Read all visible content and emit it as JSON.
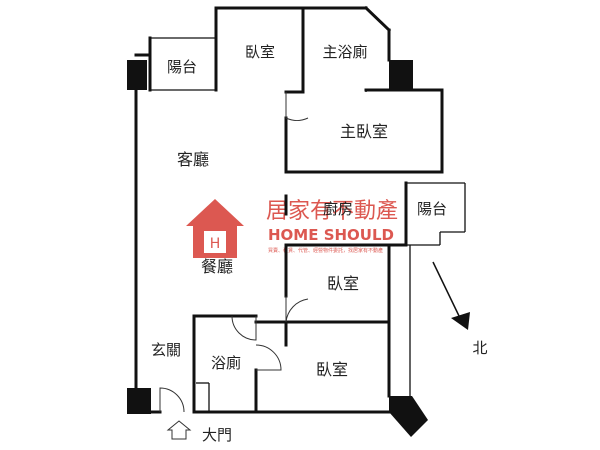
{
  "rooms": {
    "balcony_left": "陽台",
    "bedroom_top": "臥室",
    "master_bath": "主浴廁",
    "master_bedroom": "主臥室",
    "living_room": "客廳",
    "kitchen": "廚房",
    "balcony_right": "陽台",
    "dining_room": "餐廳",
    "bedroom_middle": "臥室",
    "entrance": "玄關",
    "bathroom": "浴廁",
    "bedroom_bottom": "臥室"
  },
  "main_door": "大門",
  "north_label": "北",
  "watermark": {
    "company_cn": "居家有不動產",
    "company_en": "HOME SHOULD",
    "tagline": "買賣、租賃、代管、經營物件委託，找居家有不動產",
    "logo_letter": "H"
  },
  "colors": {
    "walls": "#111111",
    "watermark_red": "#d9473f",
    "background": "#ffffff"
  }
}
